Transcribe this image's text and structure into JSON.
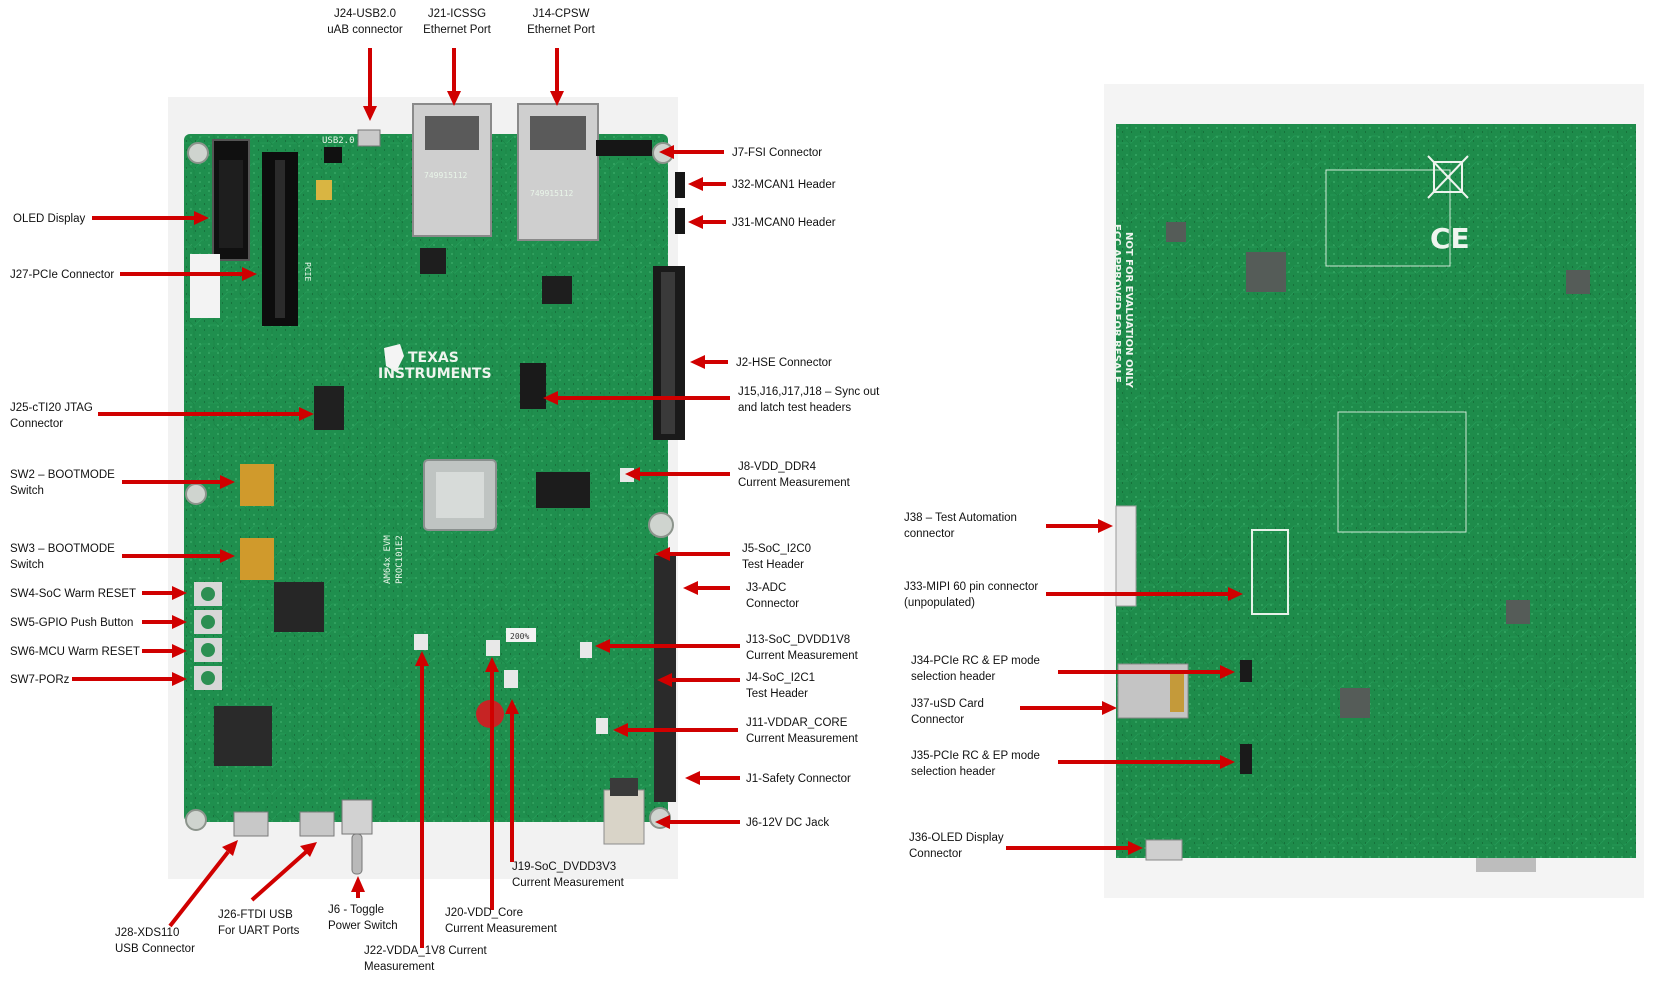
{
  "front_board": {
    "brand_line1": "TEXAS",
    "brand_line2": "INSTRUMENTS",
    "silk_model": "AM64x EVM",
    "silk_proc": "PROC101E2",
    "silk_usb": "USB2.0",
    "silk_pcie": "PCIE",
    "silk_rj45_a": "749915112",
    "silk_rj45_b": "749915112",
    "silk_sw1": "200%"
  },
  "back_board": {
    "disclaimer_line1": "NOT FOR EVALUATION ONLY",
    "disclaimer_line2": "FCC APPROVED FOR RESALE",
    "ce_mark": "CE"
  },
  "callouts": {
    "j24": {
      "line1": "J24-USB2.0",
      "line2": "uAB connector"
    },
    "j21": {
      "line1": "J21-ICSSG",
      "line2": "Ethernet Port"
    },
    "j14": {
      "line1": "J14-CPSW",
      "line2": "Ethernet Port"
    },
    "oled": {
      "line1": "OLED Display"
    },
    "j27": {
      "line1": "J27-PCIe Connector"
    },
    "j25": {
      "line1": "J25-cTI20 JTAG",
      "line2": "Connector"
    },
    "sw2": {
      "line1": "SW2 – BOOTMODE",
      "line2": "Switch"
    },
    "sw3": {
      "line1": "SW3 – BOOTMODE",
      "line2": "Switch"
    },
    "sw4": {
      "line1": "SW4-SoC Warm RESET"
    },
    "sw5": {
      "line1": "SW5-GPIO Push Button"
    },
    "sw6": {
      "line1": "SW6-MCU Warm RESET"
    },
    "sw7": {
      "line1": "SW7-PORz"
    },
    "j7": {
      "line1": "J7-FSI Connector"
    },
    "j32": {
      "line1": "J32-MCAN1 Header"
    },
    "j31": {
      "line1": "J31-MCAN0 Header"
    },
    "j2": {
      "line1": "J2-HSE Connector"
    },
    "j15": {
      "line1": "J15,J16,J17,J18 – Sync out",
      "line2": "and latch test headers"
    },
    "j8": {
      "line1": "J8-VDD_DDR4",
      "line2": "Current Measurement"
    },
    "j5": {
      "line1": "J5-SoC_I2C0",
      "line2": "Test Header"
    },
    "j3": {
      "line1": "J3-ADC",
      "line2": "Connector"
    },
    "j13": {
      "line1": "J13-SoC_DVDD1V8",
      "line2": "Current Measurement"
    },
    "j4": {
      "line1": "J4-SoC_I2C1",
      "line2": "Test Header"
    },
    "j11": {
      "line1": "J11-VDDAR_CORE",
      "line2": "Current Measurement"
    },
    "j1": {
      "line1": "J1-Safety Connector"
    },
    "j6dc": {
      "line1": "J6-12V DC Jack"
    },
    "j19": {
      "line1": "J19-SoC_DVDD3V3",
      "line2": "Current Measurement"
    },
    "j20": {
      "line1": "J20-VDD_Core",
      "line2": "Current Measurement"
    },
    "j22": {
      "line1": "J22-VDDA_1V8 Current",
      "line2": "Measurement"
    },
    "j6sw": {
      "line1": "J6  - Toggle",
      "line2": "Power Switch"
    },
    "j26": {
      "line1": "J26-FTDI USB",
      "line2": "For UART Ports"
    },
    "j28": {
      "line1": "J28-XDS110",
      "line2": "USB Connector"
    },
    "j38": {
      "line1": "J38 – Test Automation",
      "line2": "connector"
    },
    "j33": {
      "line1": "J33-MIPI 60 pin connector",
      "line2": "(unpopulated)"
    },
    "j34": {
      "line1": "J34-PCIe RC & EP mode",
      "line2": "selection header"
    },
    "j37": {
      "line1": "J37-uSD Card",
      "line2": "Connector"
    },
    "j35": {
      "line1": "J35-PCIe RC & EP mode",
      "line2": "selection header"
    },
    "j36": {
      "line1": "J36-OLED Display",
      "line2": "Connector"
    }
  },
  "colors": {
    "arrow": "#d00000",
    "pcb": "#1f8f4e",
    "pcb_dark": "#126b36",
    "silkscreen": "#e9f5e9",
    "background": "#ffffff"
  }
}
